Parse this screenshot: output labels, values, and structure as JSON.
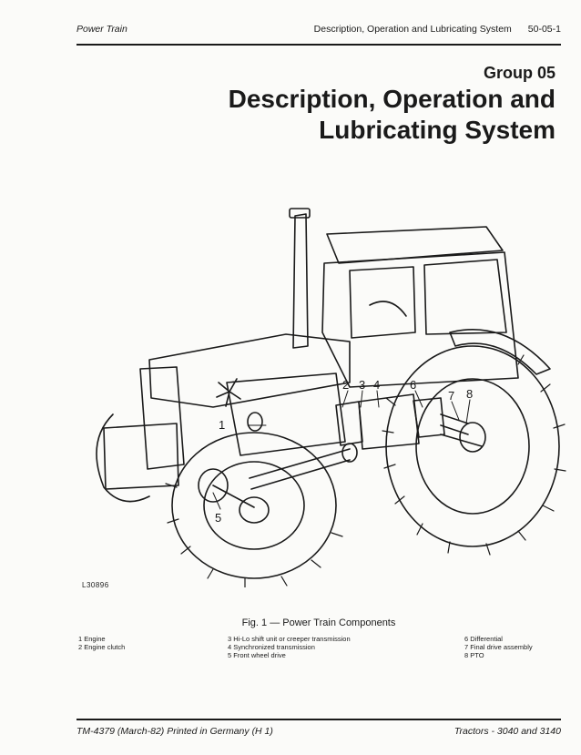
{
  "header": {
    "section": "Power Train",
    "title": "Description, Operation and Lubricating System",
    "page_code": "50-05-1"
  },
  "group_label": "Group 05",
  "title_lines": [
    "Description, Operation and",
    "Lubricating System"
  ],
  "figure": {
    "id_label": "L30896",
    "caption": "Fig. 1 — Power Train Components",
    "callouts": [
      "1",
      "2",
      "3",
      "4",
      "5",
      "6",
      "7",
      "8"
    ]
  },
  "legend": {
    "col1": [
      "1  Engine",
      "2  Engine clutch"
    ],
    "col2": [
      "3  Hi-Lo shift unit or creeper transmission",
      "4  Synchronized transmission",
      "5  Front wheel drive"
    ],
    "col3": [
      "6  Differential",
      "7  Final drive assembly",
      "8  PTO"
    ]
  },
  "footer": {
    "left": "TM-4379 (March-82) Printed in Germany (H 1)",
    "right": "Tractors - 3040 and 3140"
  }
}
